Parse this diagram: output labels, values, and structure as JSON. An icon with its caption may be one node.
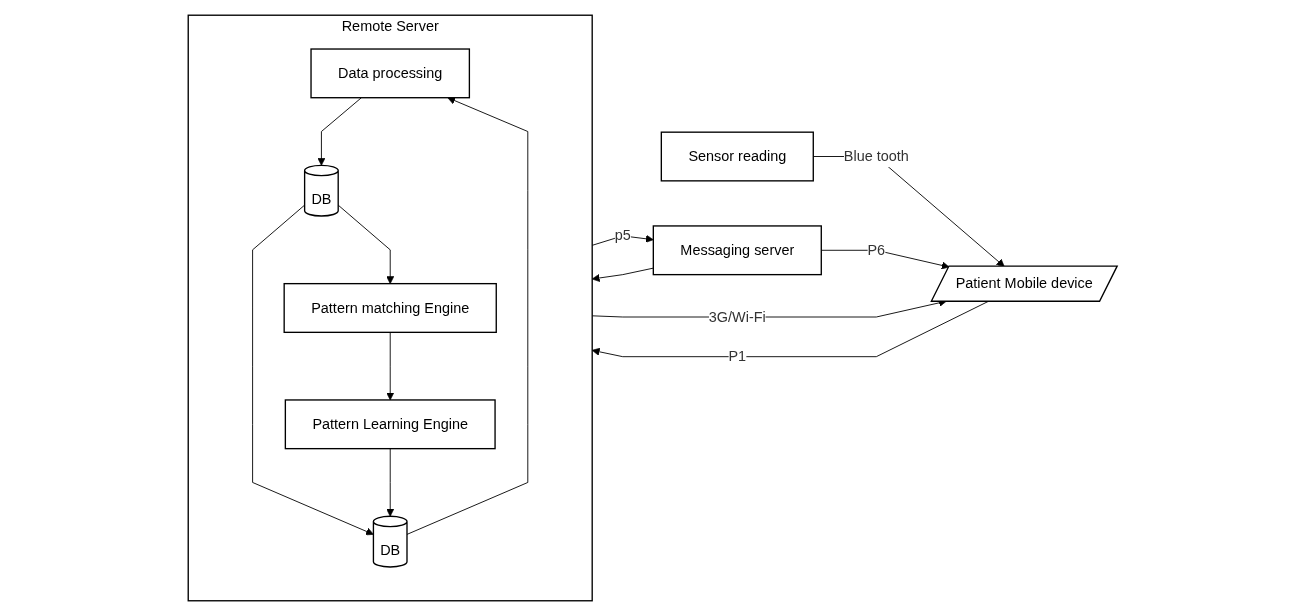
{
  "diagram": {
    "nodes": [
      {
        "text": [
          "Sensor reading"
        ]
      },
      {
        "text": [
          "Patient Mobile device"
        ]
      },
      {
        "text": [
          "Remote Server"
        ]
      },
      {
        "text": [
          "Data processing"
        ],
        "in": 2
      },
      {
        "text": [
          "DB"
        ],
        "in": 2
      },
      {
        "text": [
          "DB"
        ],
        "in": 2
      },
      {
        "text": [
          "Pattern matching Engine"
        ],
        "in": 2
      },
      {
        "text": [
          "Pattern Learning Engine"
        ],
        "in": 2
      },
      {
        "text": [
          "Messaging server"
        ]
      }
    ],
    "edges": [
      {
        "from": 0,
        "to": 1,
        "arrow": "to",
        "label": "Blue tooth"
      },
      {
        "from": 1,
        "to": 2,
        "arrow": "to",
        "label": "P1"
      },
      {
        "from": 2,
        "to": 1,
        "arrow": "to",
        "label": "3G/Wi-Fi"
      },
      {
        "from": 3,
        "to": 4,
        "arrow": "to"
      },
      {
        "from": 4,
        "to": 5,
        "arrow": "to"
      },
      {
        "from": 5,
        "to": 3,
        "arrow": "to"
      },
      {
        "from": 4,
        "to": 6,
        "arrow": "to"
      },
      {
        "from": 6,
        "to": 7,
        "arrow": "to"
      },
      {
        "from": 7,
        "to": 5,
        "arrow": "to"
      },
      {
        "from": 2,
        "to": 8,
        "arrow": "to",
        "label": "p5"
      },
      {
        "from": 8,
        "to": 2,
        "arrow": "to"
      },
      {
        "from": 8,
        "to": 1,
        "arrow": "to",
        "label": "P6"
      }
    ]
  }
}
